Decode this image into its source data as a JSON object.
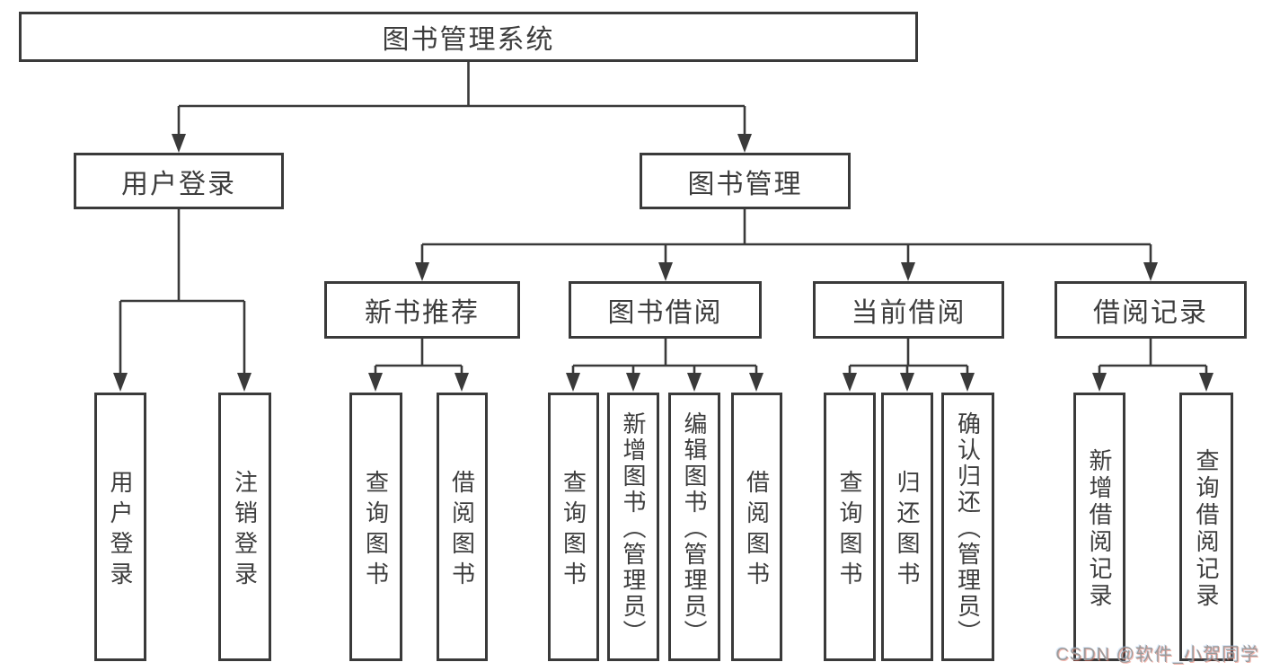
{
  "diagram": {
    "root": "图书管理系统",
    "level2": {
      "user_login": "用户登录",
      "book_mgmt": "图书管理"
    },
    "level3": {
      "recommend": "新书推荐",
      "borrow": "图书借阅",
      "current": "当前借阅",
      "records": "借阅记录"
    },
    "leaves": {
      "user_login": [
        "用户登录",
        "注销登录"
      ],
      "recommend": [
        "查询图书",
        "借阅图书"
      ],
      "borrow": [
        "查询图书",
        "新增图书（管理员）",
        "编辑图书（管理员）",
        "借阅图书"
      ],
      "current": [
        "查询图书",
        "归还图书",
        "确认归还（管理员）"
      ],
      "records": [
        "新增借阅记录",
        "查询借阅记录"
      ]
    }
  },
  "watermark": "CSDN @软件_小贺同学",
  "colors": {
    "line": "#3a3a3a",
    "text": "#3d3d3d",
    "watermark_gray": "#9b9b9b",
    "background": "#ffffff"
  }
}
